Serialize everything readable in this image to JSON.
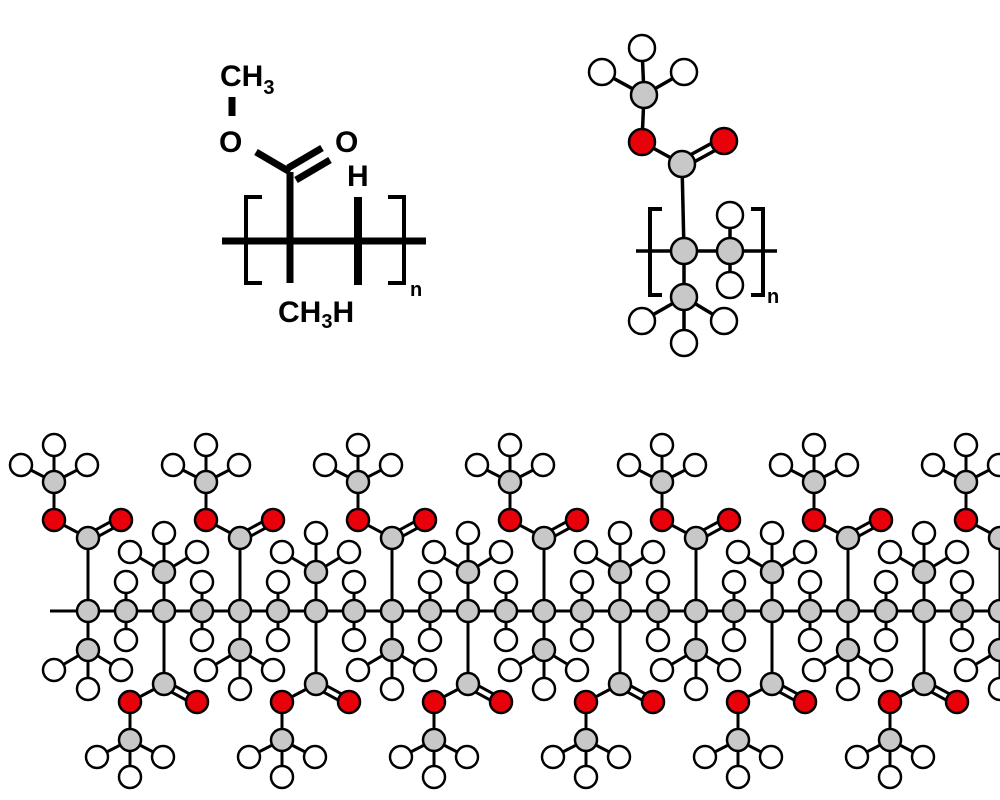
{
  "colors": {
    "bond": "#000000",
    "carbon": "#c8c8c8",
    "oxygen": "#e8000b",
    "hydrogen": "#ffffff",
    "outline": "#000000"
  },
  "skeletal_formula": {
    "methyl_top": "CH",
    "methyl_top_sub": "3",
    "ester_oxygen": "O",
    "carbonyl_oxygen": "O",
    "hydrogen_top": "H",
    "methyl_bottom": "CH",
    "methyl_bottom_sub": "3",
    "hydrogen_bottom": "H",
    "repeat_subscript": "n"
  },
  "ball_and_stick_monomer": {
    "repeat_subscript": "n"
  }
}
